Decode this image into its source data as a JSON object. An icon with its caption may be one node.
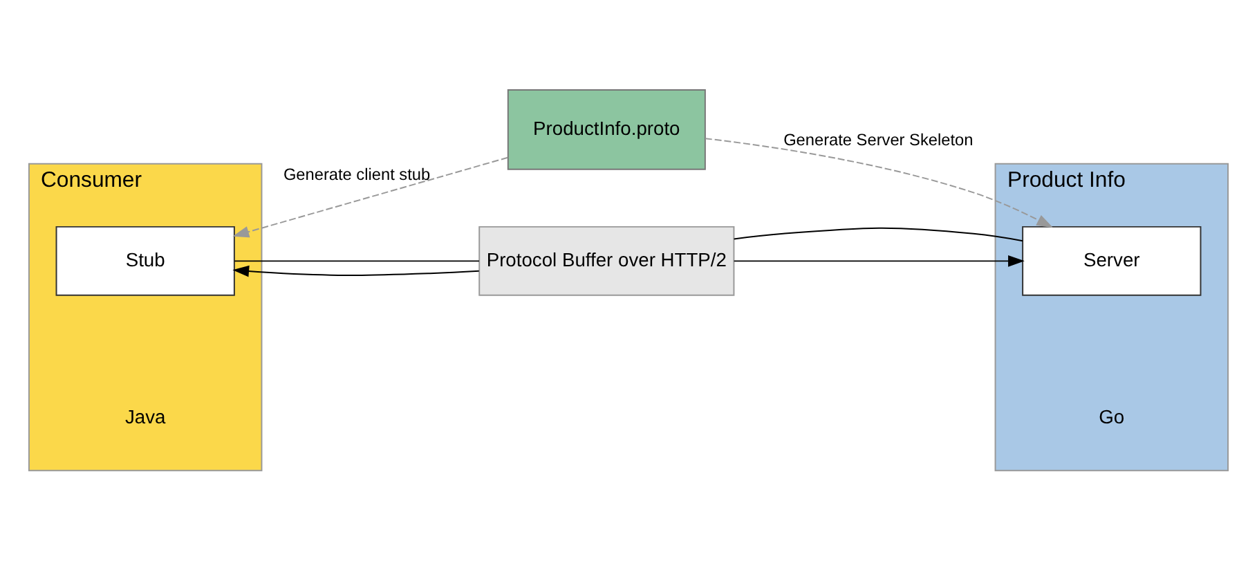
{
  "diagram": {
    "nodes": [
      {
        "text": [
          "ProductInfo.proto"
        ]
      },
      {
        "text": [
          "Consumer"
        ],
        "beside": [
          "Java"
        ]
      },
      {
        "text": [
          "Stub"
        ],
        "in": 1
      },
      {
        "text": [
          "Product Info"
        ],
        "beside": [
          "Go"
        ]
      },
      {
        "text": [
          "Server"
        ],
        "in": 3
      },
      {
        "text": [
          "Protocol Buffer over HTTP/2"
        ]
      }
    ],
    "edges": [
      {
        "from": 0,
        "to": 2,
        "arrow": "to",
        "label": "Generate client stub",
        "style": "dashed",
        "color": "#999999"
      },
      {
        "from": 0,
        "to": 4,
        "arrow": "to",
        "label": "Generate Server Skeleton",
        "style": "dashed",
        "color": "#999999"
      },
      {
        "from": 2,
        "to": 5,
        "arrow": "none"
      },
      {
        "from": 5,
        "to": 4,
        "arrow": "to"
      },
      {
        "from": 4,
        "to": 5,
        "arrow": "none"
      },
      {
        "from": 5,
        "to": 2,
        "arrow": "to"
      }
    ]
  }
}
